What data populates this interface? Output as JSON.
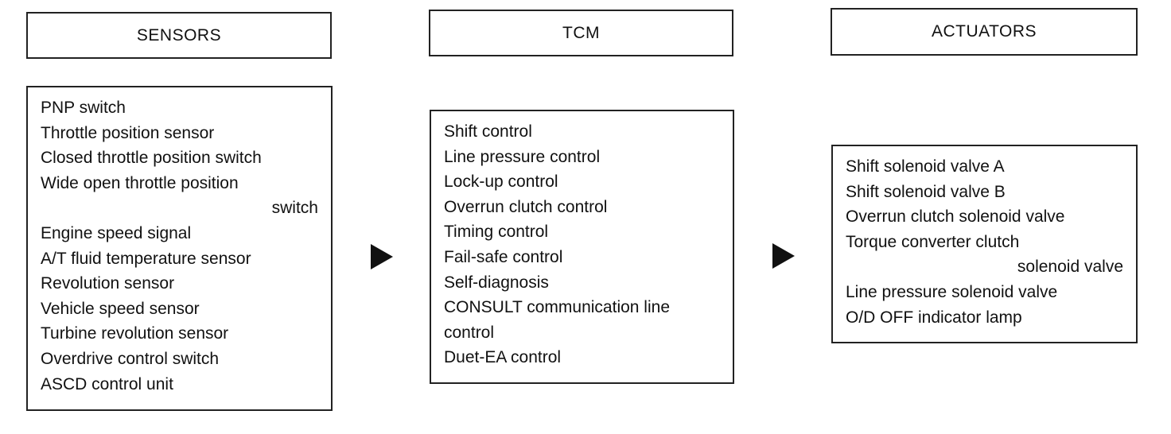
{
  "sensors": {
    "title": "SENSORS",
    "items": [
      "PNP switch",
      "Throttle position sensor",
      "Closed throttle position switch",
      "Wide open throttle position",
      "switch",
      "Engine speed signal",
      "A/T fluid temperature sensor",
      "Revolution sensor",
      "Vehicle speed sensor",
      "Turbine revolution sensor",
      "Overdrive control switch",
      "ASCD control unit"
    ]
  },
  "tcm": {
    "title": "TCM",
    "items": [
      "Shift control",
      "Line pressure control",
      "Lock-up control",
      "Overrun clutch control",
      "Timing control",
      "Fail-safe control",
      "Self-diagnosis",
      "CONSULT communication line",
      "control",
      "Duet-EA control"
    ]
  },
  "actuators": {
    "title": "ACTUATORS",
    "items": [
      "Shift solenoid valve A",
      "Shift solenoid valve B",
      "Overrun clutch solenoid valve",
      "Torque converter clutch",
      "solenoid valve",
      "Line pressure solenoid valve",
      "O/D OFF indicator lamp"
    ]
  }
}
